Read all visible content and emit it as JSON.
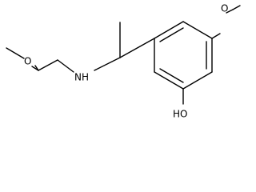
{
  "molecule": {
    "atoms": {
      "o_methoxy_left": "O",
      "nh": "NH",
      "o_methoxy_ring": "O",
      "hydroxyl": "HO"
    }
  },
  "colors": {
    "bond": "#000000",
    "label": "#000000",
    "background": "#ffffff"
  }
}
